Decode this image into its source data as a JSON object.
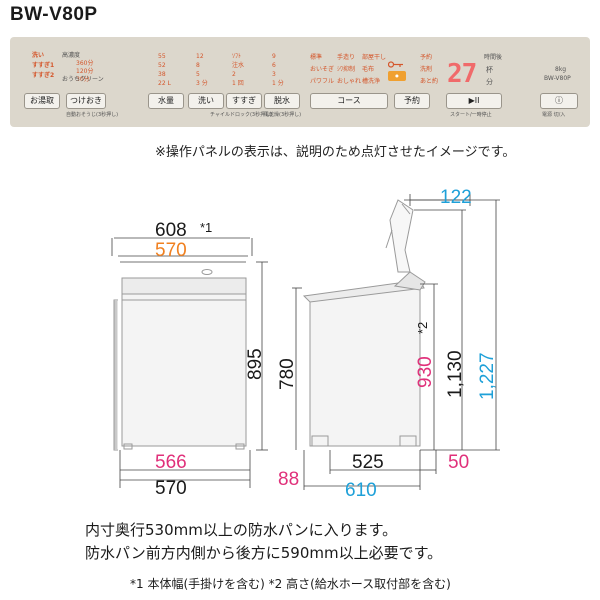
{
  "title": "BW-V80P",
  "panel": {
    "left_labels": [
      "洗い",
      "すすぎ1",
      "すすぎ2"
    ],
    "soak_labels": [
      "高濃度",
      "360分",
      "120分",
      "30分",
      "おうちクリーン"
    ],
    "level_col1": [
      "55",
      "52",
      "38",
      "22 L"
    ],
    "level_col2": [
      "12",
      "8",
      "5",
      "3 分"
    ],
    "level_col3": [
      "ｿﾌﾄ",
      "注水",
      "2",
      "1 回"
    ],
    "level_col4": [
      "9",
      "6",
      "3",
      "1 分"
    ],
    "course_col1": [
      "標準",
      "おいそぎ",
      "パワフル"
    ],
    "course_col2": [
      "手造り",
      "ｼﾜ抑制",
      "おしゃれ"
    ],
    "course_col3": [
      "部屋干し",
      "毛布",
      "槽洗浄"
    ],
    "reserve_labels": [
      "予約",
      "洗剤",
      "あと約"
    ],
    "display_digits": "27",
    "unit_labels": [
      "時間後",
      "杯",
      "分"
    ],
    "model_small": [
      "8kg",
      "BW-V80P"
    ],
    "buttons": {
      "bath": "お湯取",
      "soak": "つけおき",
      "water": "水量",
      "wash": "洗い",
      "rinse": "すすぎ",
      "spin": "脱水",
      "course": "コース",
      "reserve": "予約",
      "start": "▶II",
      "power": "ⓘ"
    },
    "button_subs": {
      "soak": "自動おそうじ(3秒押し)",
      "rinse": "チャイルドロック(3秒押し)",
      "spin": "風乾燥(3秒押し)",
      "start": "スタート/一時停止",
      "power": "電源 切/入"
    }
  },
  "panel_note": "※操作パネルの表示は、説明のため点灯させたイメージです。",
  "dimensions": {
    "front_width": "608",
    "front_width_note": "*1",
    "inner_width": "570",
    "front_height": "895",
    "body_height": "780",
    "foot_inner": "566",
    "foot_outer": "570",
    "side_top_depth": "122",
    "hose_height": "930",
    "hose_note": "*2",
    "lid_height": "1,130",
    "open_height": "1,227",
    "front_offset": "88",
    "side_depth": "525",
    "rear_offset": "50",
    "side_total": "610"
  },
  "bottom_lines": [
    "内寸奥行530mm以上の防水パンに入ります。",
    "防水パン前方内側から後方に590mm以上必要です。"
  ],
  "footnote": "*1 本体幅(手掛けを含む) *2 高さ(給水ホース取付部を含む)"
}
